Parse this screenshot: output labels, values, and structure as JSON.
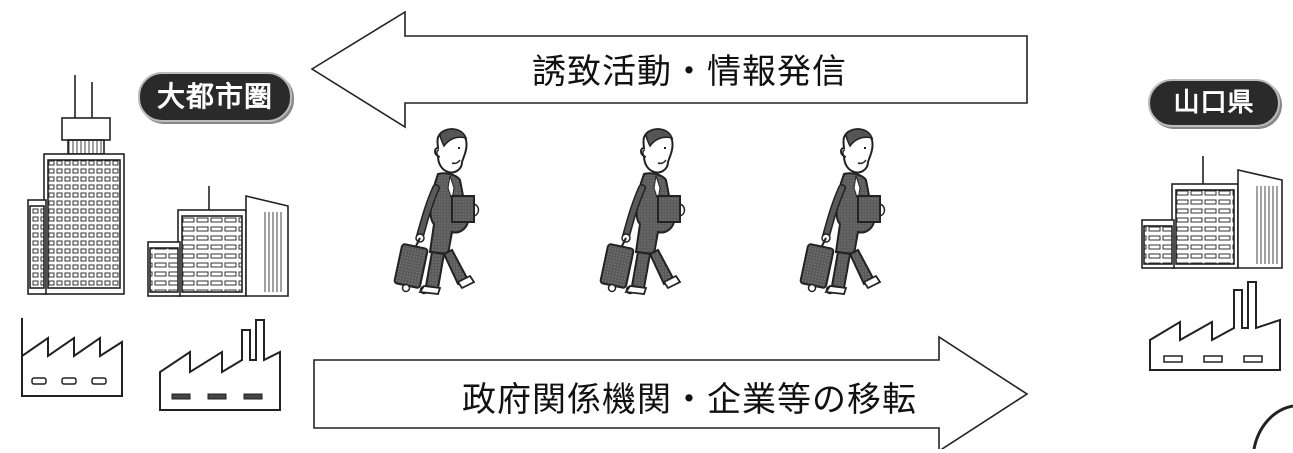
{
  "arrows": {
    "top_label": "誘致活動・情報発信",
    "bottom_label": "政府関係機関・企業等の移転"
  },
  "regions": {
    "left_badge": "大都市圏",
    "right_badge": "山口県"
  },
  "colors": {
    "badge_fill": "#2a2a2a",
    "line": "#222222",
    "suit": "#4a4a4a"
  },
  "icons": [
    "skyscraper-icon",
    "office-building-icon",
    "factory-icon",
    "businessman-with-suitcase-icon"
  ]
}
